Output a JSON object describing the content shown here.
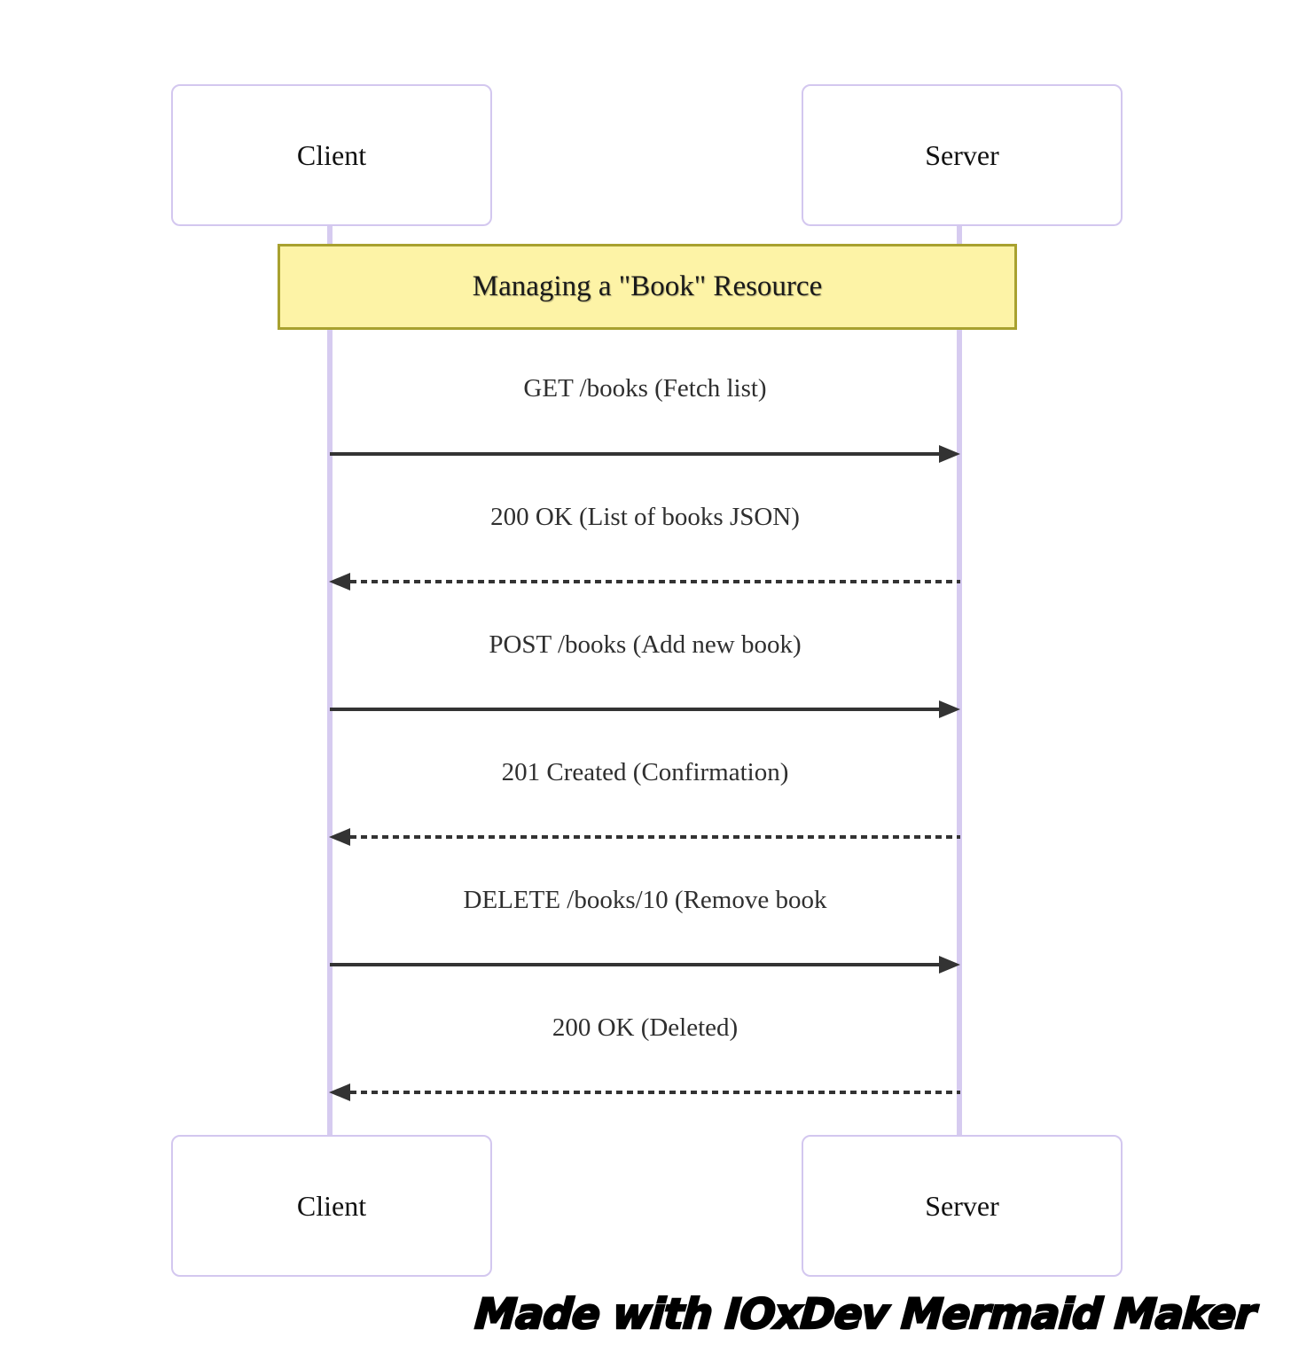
{
  "diagram": {
    "type": "sequence",
    "actors": [
      {
        "name": "Client"
      },
      {
        "name": "Server"
      }
    ],
    "title": "Managing a \"Book\" Resource",
    "messages": [
      {
        "from": "Client",
        "to": "Server",
        "label": "GET /books (Fetch list)",
        "line": "solid",
        "direction": "right"
      },
      {
        "from": "Server",
        "to": "Client",
        "label": "200 OK (List of books JSON)",
        "line": "dashed",
        "direction": "left"
      },
      {
        "from": "Client",
        "to": "Server",
        "label": "POST /books (Add new book)",
        "line": "solid",
        "direction": "right"
      },
      {
        "from": "Server",
        "to": "Client",
        "label": "201 Created (Confirmation)",
        "line": "dashed",
        "direction": "left"
      },
      {
        "from": "Client",
        "to": "Server",
        "label": "DELETE /books/10 (Remove book",
        "line": "solid",
        "direction": "right"
      },
      {
        "from": "Server",
        "to": "Client",
        "label": "200 OK (Deleted)",
        "line": "dashed",
        "direction": "left"
      }
    ],
    "watermark": "Made with IOxDev Mermaid Maker",
    "colors": {
      "background": "#ffffff",
      "actor_fill": "#ffffff",
      "actor_border": "#d3c7ef",
      "lifeline": "#d6cbf0",
      "title_fill": "#fdf3a6",
      "title_border": "#a8a12f",
      "arrow": "#333333",
      "message_text": "#2f2f2f"
    }
  }
}
